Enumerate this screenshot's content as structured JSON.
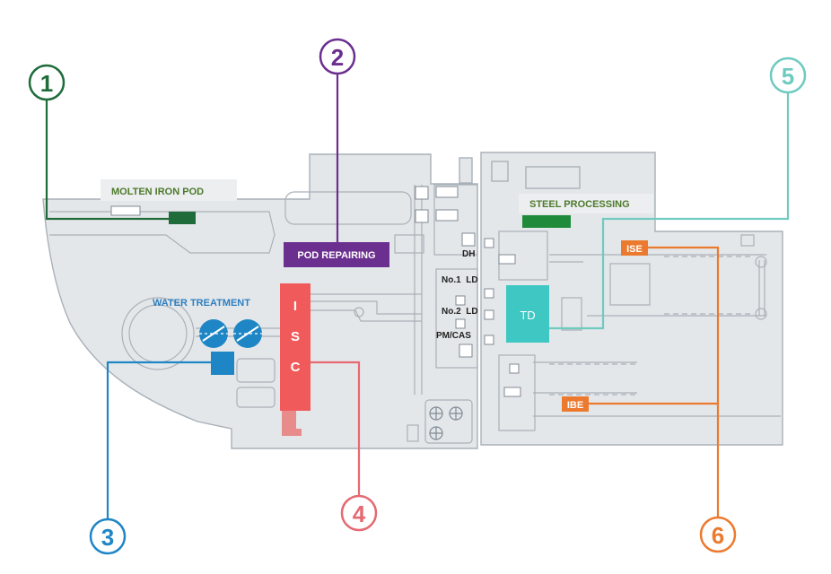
{
  "callouts": [
    {
      "id": "callout-1",
      "number": "1",
      "color": "#1f6b3a"
    },
    {
      "id": "callout-2",
      "number": "2",
      "color": "#6b2f8f"
    },
    {
      "id": "callout-3",
      "number": "3",
      "color": "#1f86c6"
    },
    {
      "id": "callout-4",
      "number": "4",
      "color": "#e56a72"
    },
    {
      "id": "callout-5",
      "number": "5",
      "color": "#6fcac0"
    },
    {
      "id": "callout-6",
      "number": "6",
      "color": "#ec7a2e"
    }
  ],
  "zones": {
    "molten_iron_pod": "MOLTEN IRON POD",
    "pod_repairing": "POD REPAIRING",
    "water_treatment": "WATER TREATMENT",
    "steel_processing": "STEEL PROCESSING",
    "isc_letters": [
      "I",
      "S",
      "C"
    ],
    "td": "TD",
    "ise": "ISE",
    "ibe": "IBE"
  },
  "equipment": {
    "dh": "DH",
    "no1_ld": "No.1  LD",
    "no2_ld": "No.2  LD",
    "pm_cas": "PM/CAS"
  },
  "colors": {
    "plan_fill": "#e4e7ea",
    "plan_stroke": "#a9b1b8",
    "green_dark": "#1f6b3a",
    "purple": "#6b2f8f",
    "blue": "#1f86c6",
    "red": "#f15a5a",
    "pink": "#e56a72",
    "teal": "#6fcac0",
    "teal_box": "#3ec7c3",
    "orange": "#ec7a2e",
    "label_green": "#4d7a2c",
    "label_blue": "#2e7fc0"
  }
}
